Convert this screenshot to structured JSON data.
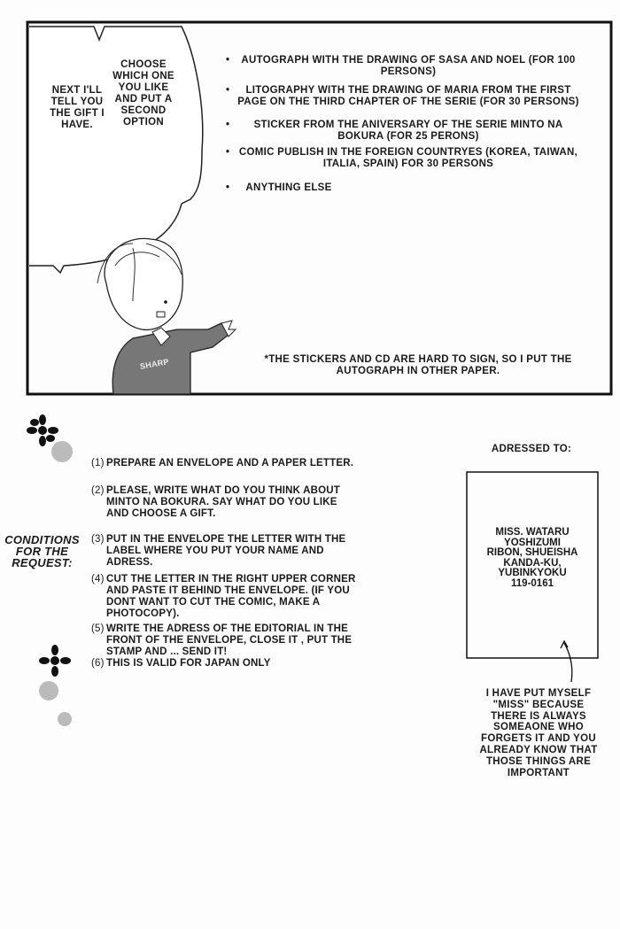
{
  "panel": {
    "bubble_left": "Next I'll tell you the gift I have.",
    "bubble_right": "Choose which one you like and put a second option",
    "gifts": [
      "Autograph with the drawing of Sasa and Noel (for 100 persons)",
      "Litography with the drawing of Maria from the first page on the third chapter of the serie (for 30 persons)",
      "Sticker from the aniversary of the serie Minto na Bokura (for 25 perons)",
      "Comic publish in the foreign countryes (Korea, Taiwan, Italia, Spain) for 30 persons",
      "Anything else"
    ],
    "bullet": "•",
    "sweater_text": "Sharp",
    "note": "*The stickers and CD are hard to sign, so I put the autograph in other paper."
  },
  "conditions": {
    "label": "Conditions for the request:",
    "items": [
      {
        "num": "(1)",
        "text": "Prepare an envelope and a paper letter."
      },
      {
        "num": "(2)",
        "text": "Please, write what do you think about Minto na Bokura. Say what  do you like and choose a gift."
      },
      {
        "num": "(3)",
        "text": "Put in the envelope the letter with the label where you put your name and adress."
      },
      {
        "num": "(4)",
        "text": "Cut the letter  in the right upper corner and paste it behind the envelope. (If you dont want to cut the comic, make a photocopy)."
      },
      {
        "num": "(5)",
        "text": "Write the adress of the editorial in the front of the envelope, close it , put the stamp and ... send it!"
      },
      {
        "num": "(6)",
        "text": "This is valid for Japan only"
      }
    ]
  },
  "address": {
    "heading": "Adressed to:",
    "lines": [
      "Miss. Wataru",
      "Yoshizumi",
      "Ribon, Shueisha",
      "Kanda-ku,",
      "Yubinkyoku",
      "119-0161"
    ],
    "note": "I have put myself \"Miss\" because there is always someaone who forgets it and you already  know that those things are important"
  }
}
